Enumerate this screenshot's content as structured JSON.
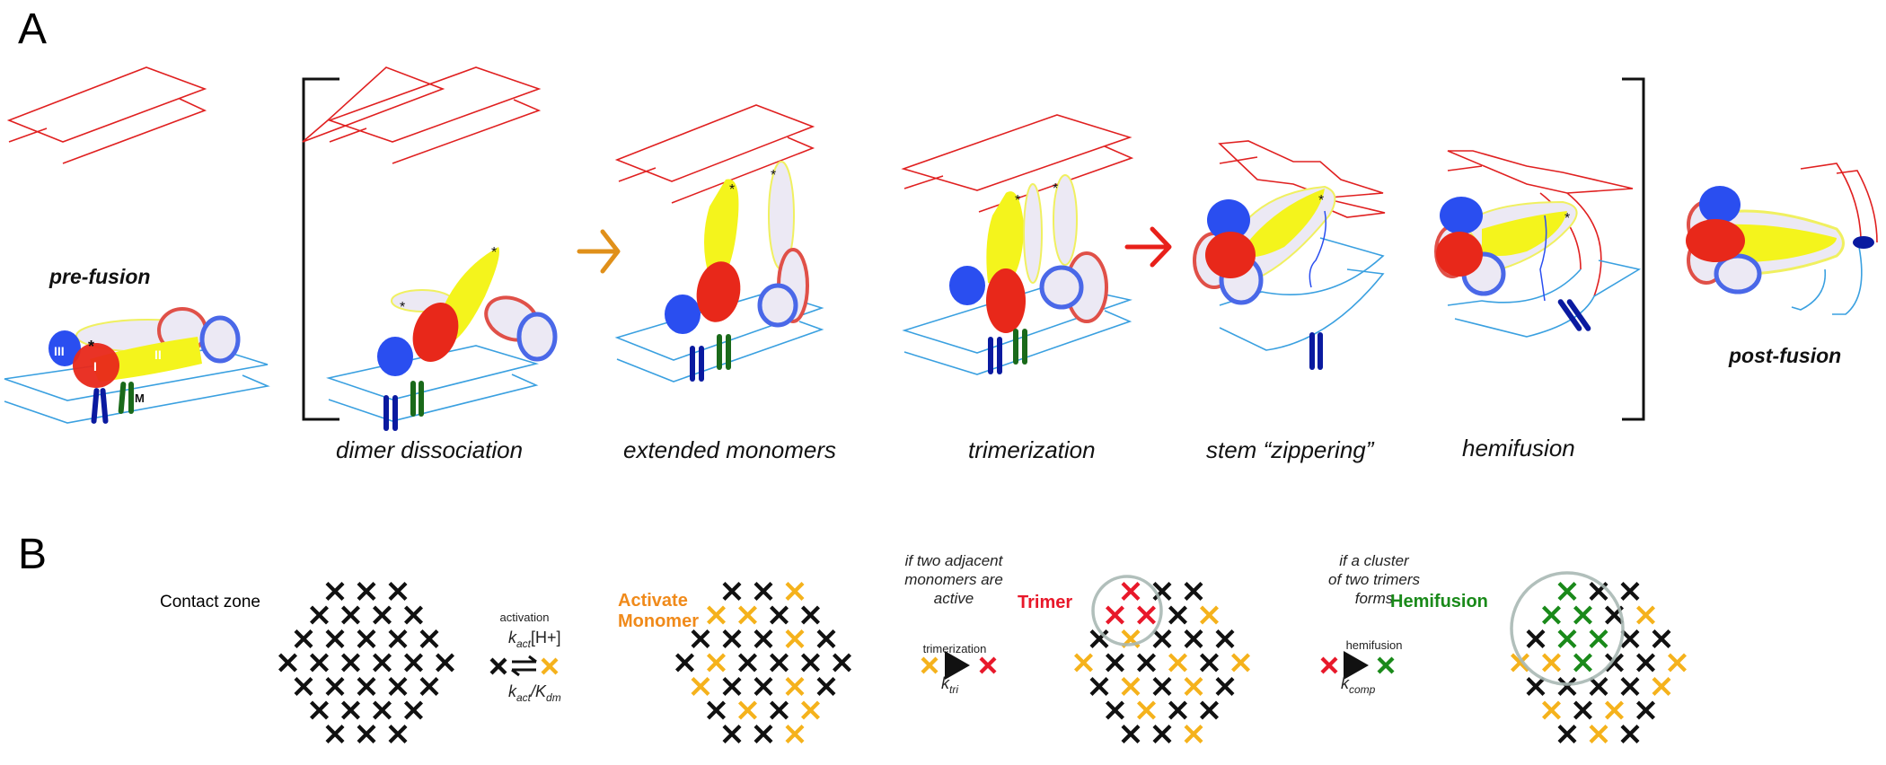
{
  "panel_a": {
    "letter": "A",
    "stages": [
      {
        "label": "pre-fusion",
        "style": "bold"
      },
      {
        "label": "dimer dissociation",
        "style": "italic"
      },
      {
        "label": "extended monomers",
        "style": "italic"
      },
      {
        "label": "trimerization",
        "style": "italic"
      },
      {
        "label": "stem “zippering”",
        "style": "italic"
      },
      {
        "label": "hemifusion",
        "style": "italic"
      },
      {
        "label": "post-fusion",
        "style": "bold"
      }
    ],
    "domain_labels": {
      "d1": "I",
      "d2": "II",
      "d3": "III",
      "m": "M"
    },
    "marker": "*",
    "arrows": [
      {
        "from": "dimer dissociation",
        "to": "extended monomers",
        "color": "#e0901a"
      },
      {
        "from": "trimerization",
        "to": "stem “zippering”",
        "color": "#e8201a"
      }
    ],
    "colors": {
      "domain_I": "#e8281a",
      "domain_II": "#f4f41c",
      "domain_III": "#2a4ef0",
      "target_membrane": "#e02020",
      "viral_membrane": "#3aa0e0",
      "stem": "#0a1aa0",
      "tm_green": "#1a6a1a"
    }
  },
  "panel_b": {
    "letter": "B",
    "contact_zone_label": "Contact zone",
    "activation": {
      "title": "activation",
      "forward_rate": "k",
      "forward_sub": "act",
      "forward_suffix": "[H+]",
      "reverse_rate": "k",
      "reverse_sub": "act",
      "reverse_mid": "/K",
      "reverse_sub2": "dm"
    },
    "activate_label_line1": "Activate",
    "activate_label_line2": "Monomer",
    "trimer_condition": [
      "if two adjacent",
      "monomers are",
      "active"
    ],
    "trimerization": {
      "title": "trimerization",
      "rate": "k",
      "rate_sub": "tri"
    },
    "trimer_label": "Trimer",
    "hemifusion_condition": [
      "if a cluster",
      "of two trimers",
      "forms"
    ],
    "hemifusion_step": {
      "title": "hemifusion",
      "rate": "k",
      "rate_sub": "comp"
    },
    "hemifusion_label": "Hemifusion",
    "colors": {
      "inactive": "#111111",
      "active": "#f5b21c",
      "trimer": "#e8182a",
      "hemifused": "#1a8a1a",
      "activate_text": "#f08a1a",
      "circle": "#a8b8b4"
    },
    "lattice_rows": [
      3,
      4,
      5,
      6,
      5,
      4,
      3
    ],
    "grids": [
      {
        "name": "contact-zone",
        "rows": [
          [
            "i",
            "i",
            "i"
          ],
          [
            "i",
            "i",
            "i",
            "i"
          ],
          [
            "i",
            "i",
            "i",
            "i",
            "i"
          ],
          [
            "i",
            "i",
            "i",
            "i",
            "i",
            "i"
          ],
          [
            "i",
            "i",
            "i",
            "i",
            "i"
          ],
          [
            "i",
            "i",
            "i",
            "i"
          ],
          [
            "i",
            "i",
            "i"
          ]
        ]
      },
      {
        "name": "activate-monomer",
        "rows": [
          [
            "i",
            "i",
            "a"
          ],
          [
            "a",
            "a",
            "i",
            "i"
          ],
          [
            "i",
            "i",
            "i",
            "a",
            "i"
          ],
          [
            "i",
            "a",
            "i",
            "i",
            "i",
            "i"
          ],
          [
            "a",
            "i",
            "i",
            "a",
            "i"
          ],
          [
            "i",
            "a",
            "i",
            "a"
          ],
          [
            "i",
            "i",
            "a"
          ]
        ]
      },
      {
        "name": "trimer",
        "rows": [
          [
            "t",
            "i",
            "i"
          ],
          [
            "t",
            "t",
            "i",
            "a"
          ],
          [
            "i",
            "a",
            "i",
            "i",
            "i"
          ],
          [
            "a",
            "i",
            "i",
            "a",
            "i",
            "a"
          ],
          [
            "i",
            "a",
            "i",
            "a",
            "i"
          ],
          [
            "i",
            "a",
            "i",
            "i"
          ],
          [
            "i",
            "i",
            "a"
          ]
        ]
      },
      {
        "name": "hemifusion",
        "rows": [
          [
            "h",
            "i",
            "i"
          ],
          [
            "h",
            "h",
            "i",
            "a"
          ],
          [
            "i",
            "h",
            "h",
            "i",
            "i"
          ],
          [
            "a",
            "a",
            "h",
            "i",
            "i",
            "a"
          ],
          [
            "i",
            "i",
            "i",
            "i",
            "a"
          ],
          [
            "a",
            "i",
            "a",
            "i"
          ],
          [
            "i",
            "a",
            "i"
          ]
        ]
      }
    ]
  }
}
